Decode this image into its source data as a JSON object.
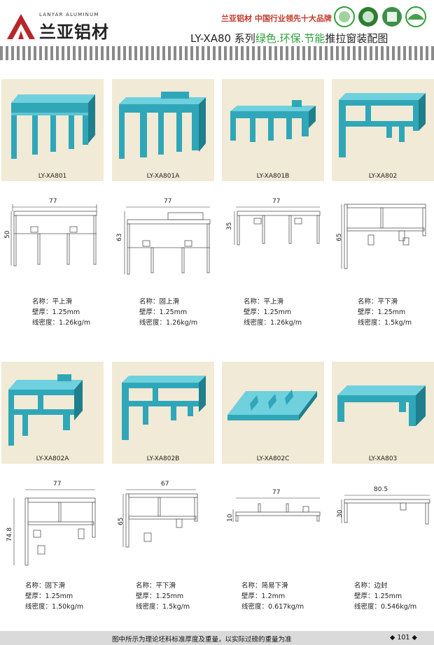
{
  "header": {
    "brand_cn": "兰亚铝材",
    "brand_en": "LANYAR ALUMINUM",
    "slogan": "兰亚铝材  中国行业领先十大品牌",
    "title_prefix": "LY-XA80  系列",
    "title_green": "绿色.环保.节能",
    "title_suffix": "推拉窗装配图",
    "colors": {
      "logo_red": "#b8262a",
      "slogan_red": "#c0392b",
      "title_green": "#2e9e3a",
      "profile_blue": "#2fa7b8",
      "photo_bg": "#f1ead6"
    }
  },
  "profiles": [
    {
      "code": "LY-XA801",
      "name_label": "名称：平上滑",
      "wall_label": "壁厚：1.25mm",
      "density_label": "线密度：1.26kg/m",
      "width": "77",
      "height": "50"
    },
    {
      "code": "LY-XA801A",
      "name_label": "名称：固上滑",
      "wall_label": "壁厚：1.25mm",
      "density_label": "线密度：1.26kg/m",
      "width": "77",
      "height": "63"
    },
    {
      "code": "LY-XA801B",
      "name_label": "名称：平上滑",
      "wall_label": "壁厚：1.25mm",
      "density_label": "线密度：1.26kg/m",
      "width": "77",
      "height": "35"
    },
    {
      "code": "LY-XA802",
      "name_label": "名称：平下滑",
      "wall_label": "壁厚：1.25mm",
      "density_label": "线密度：1.5kg/m",
      "width": "",
      "height": "65"
    },
    {
      "code": "LY-XA802A",
      "name_label": "名称：固下滑",
      "wall_label": "壁厚：1.25mm",
      "density_label": "线密度：1.50kg/m",
      "width": "77",
      "height": "74.8"
    },
    {
      "code": "LY-XA802B",
      "name_label": "名称：平下滑",
      "wall_label": "壁厚：1.25mm",
      "density_label": "线密度：1.5kg/m",
      "width": "67",
      "height": "65"
    },
    {
      "code": "LY-XA802C",
      "name_label": "名称：简易下滑",
      "wall_label": "壁厚：1.2mm",
      "density_label": "线密度：0.617kg/m",
      "width": "77",
      "height": "10"
    },
    {
      "code": "LY-XA803",
      "name_label": "名称：边封",
      "wall_label": "壁厚：1.25mm",
      "density_label": "线密度：0.546kg/m",
      "width": "80.5",
      "height": "30"
    }
  ],
  "footer": {
    "note": "图中所示为理论坯料标准厚度及重量，以实际过磅的重量为准",
    "page": "◆ 101 ◆"
  }
}
